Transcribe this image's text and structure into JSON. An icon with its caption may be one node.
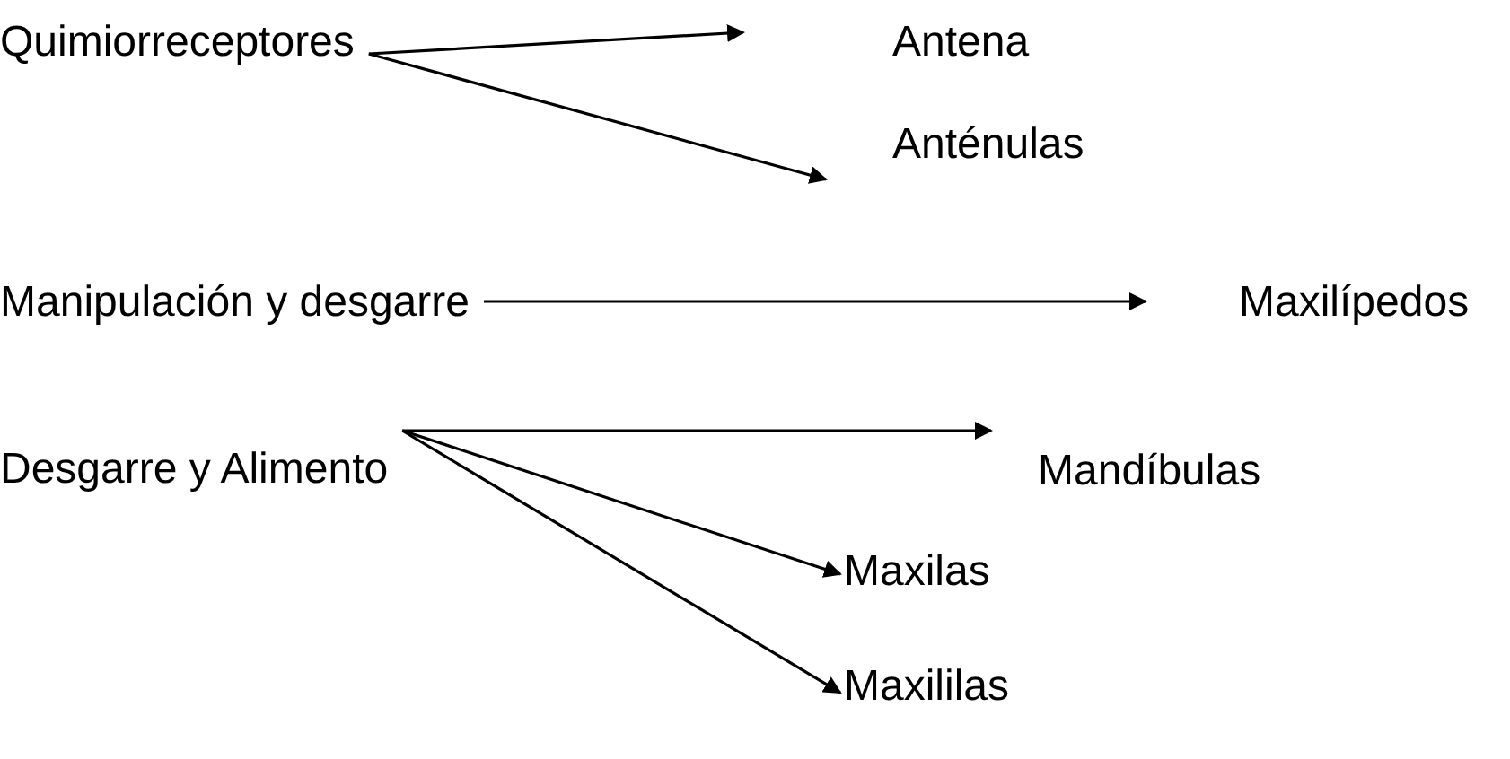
{
  "diagram": {
    "nodes": [
      {
        "text": [
          "Quimiorreceptores"
        ]
      },
      {
        "text": [
          "Antena"
        ]
      },
      {
        "text": [
          "Anténulas"
        ]
      },
      {
        "text": [
          "Manipulación y desgarre"
        ]
      },
      {
        "text": [
          "Maxilípedos"
        ]
      },
      {
        "text": [
          "Desgarre y Alimento"
        ]
      },
      {
        "text": [
          "Mandíbulas"
        ]
      },
      {
        "text": [
          "Maxilas"
        ]
      },
      {
        "text": [
          "Maxililas"
        ]
      }
    ],
    "edges": [
      {
        "from": 0,
        "to": 1,
        "arrow": "to"
      },
      {
        "from": 0,
        "to": 2,
        "arrow": "to"
      },
      {
        "from": 3,
        "to": 4,
        "arrow": "to"
      },
      {
        "from": 5,
        "to": 6,
        "arrow": "to"
      },
      {
        "from": 5,
        "to": 7,
        "arrow": "to"
      },
      {
        "from": 5,
        "to": 8,
        "arrow": "to"
      }
    ]
  }
}
